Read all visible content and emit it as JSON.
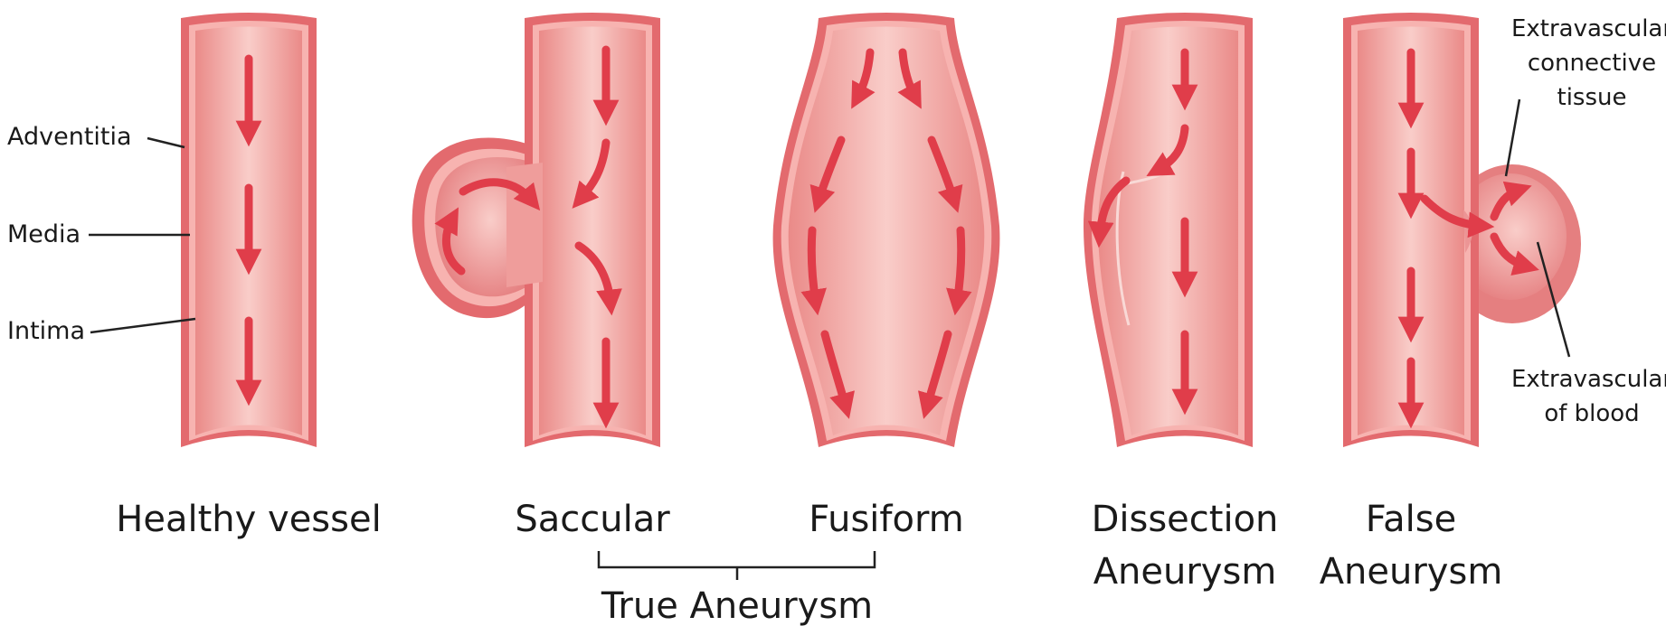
{
  "labels": {
    "adventitia": "Adventitia",
    "media": "Media",
    "intima": "Intima",
    "extravascular_tissue": [
      "Extravascular",
      "connective",
      "tissue"
    ],
    "extravascular_blood": [
      "Extravascular",
      "of blood"
    ]
  },
  "captions": {
    "healthy": "Healthy vessel",
    "saccular": "Saccular",
    "fusiform": "Fusiform",
    "true_aneurysm": "True Aneurysm",
    "dissection": [
      "Dissection",
      "Aneurysm"
    ],
    "false_aneurysm": [
      "False",
      "Aneurysm"
    ]
  },
  "colors": {
    "vessel_outer": "#e36a6e",
    "vessel_wall": "#f3a6a4",
    "lumen_light": "#f9c7c3",
    "lumen_dark": "#ea8a88",
    "arrow": "#e03d4a",
    "line": "#222222"
  },
  "icons": [
    "arrow-down-icon",
    "curved-arrow-icon"
  ]
}
